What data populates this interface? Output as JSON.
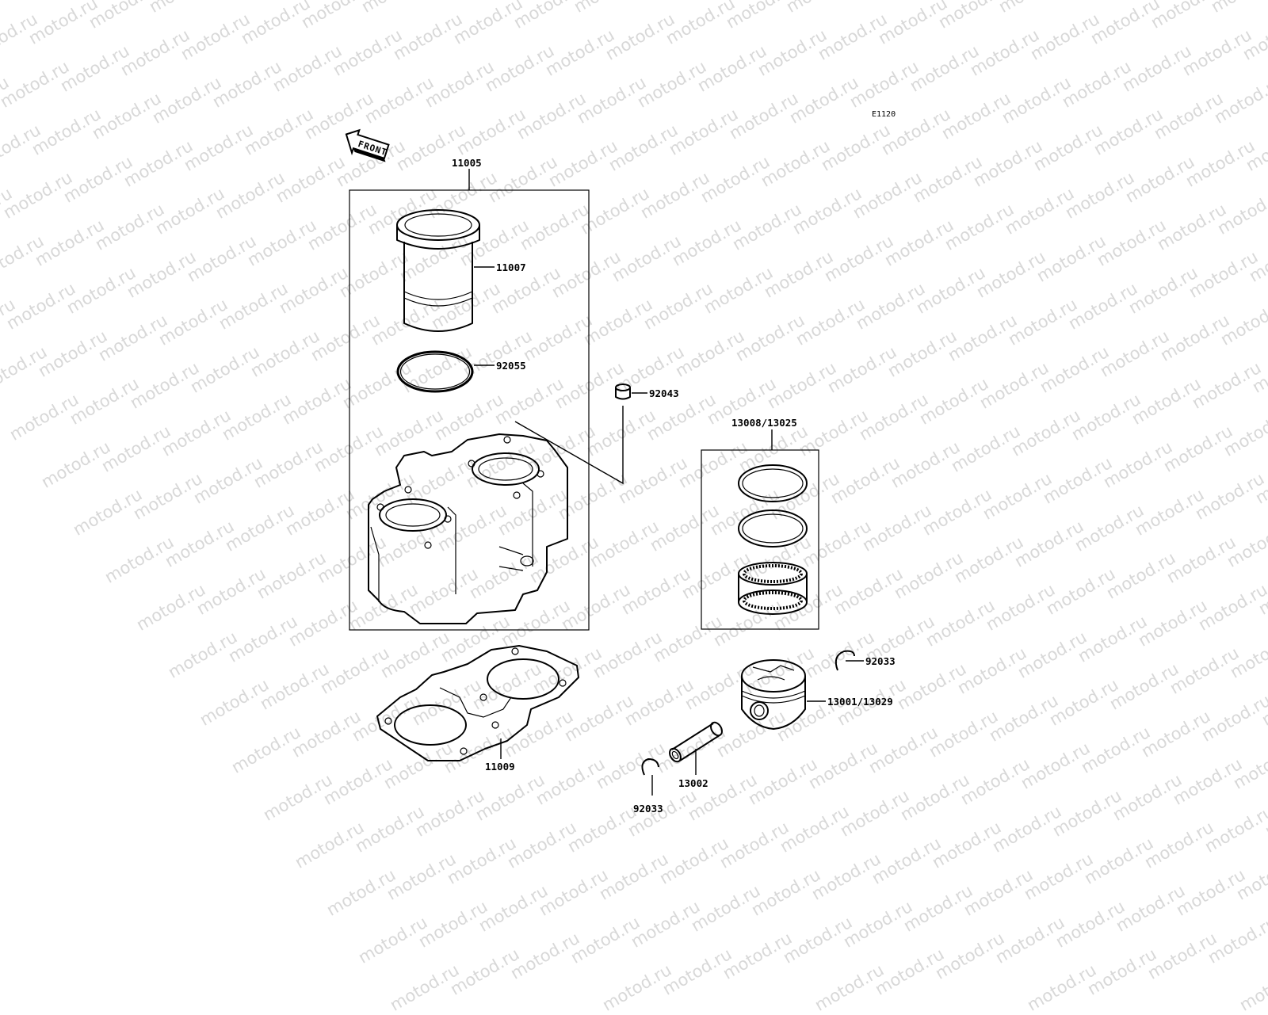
{
  "watermark": {
    "text": "motod.ru"
  },
  "diagram_code": "E1120",
  "front_label": "FRONT",
  "parts": {
    "cylinder_assy": "11005",
    "cylinder_liner": "11007",
    "o_ring": "92055",
    "dowel_pin": "92043",
    "cylinder_gasket": "11009",
    "piston_ring_set": "13008/13025",
    "piston": "13001/13029",
    "circlip_right": "92033",
    "piston_pin": "13002",
    "circlip_left": "92033"
  }
}
